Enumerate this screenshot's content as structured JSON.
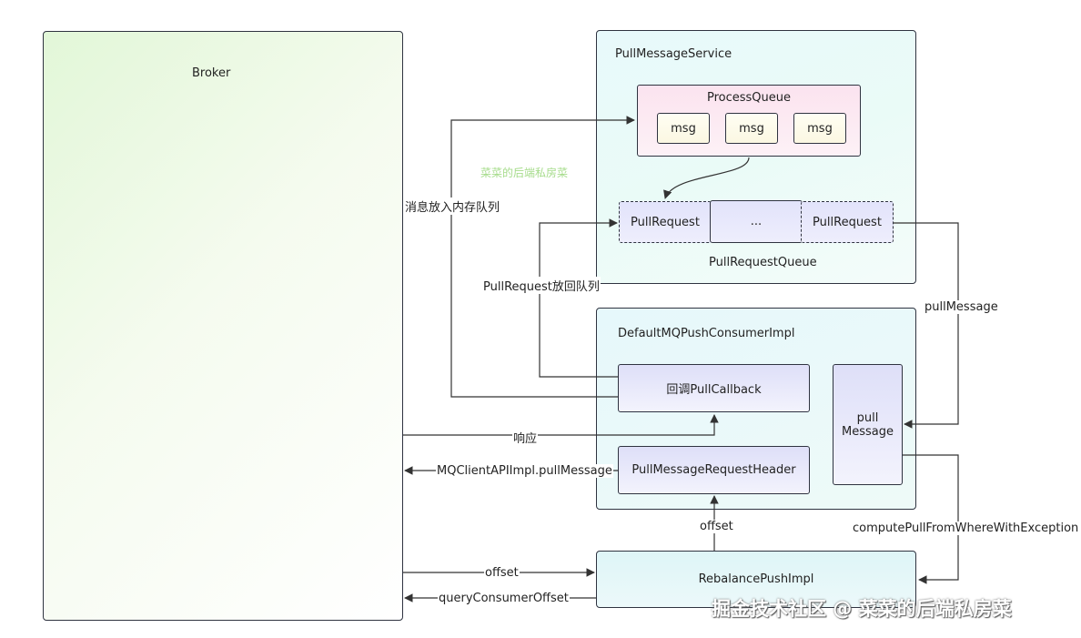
{
  "broker": {
    "title": "Broker"
  },
  "service": {
    "title": "PullMessageService",
    "process_queue": {
      "title": "ProcessQueue",
      "messages": [
        "msg",
        "msg",
        "msg"
      ]
    },
    "pull_request_queue": {
      "title": "PullRequestQueue",
      "items": [
        "PullRequest",
        "...",
        "PullRequest"
      ]
    }
  },
  "consumer": {
    "title": "DefaultMQPushConsumerImpl",
    "callback": "回调PullCallback",
    "request_header": "PullMessageRequestHeader",
    "pull_message_line1": "pull",
    "pull_message_line2": "Message"
  },
  "rebalance": {
    "title": "RebalancePushImpl"
  },
  "edges": {
    "put_in_queue": "消息放入内存队列",
    "put_back": "PullRequest放回队列",
    "pull_message": "pullMessage",
    "response": "响应",
    "api_pull": "MQClientAPIImpl.pullMessage",
    "offset_up": "offset",
    "compute": "computePullFromWhereWithException",
    "offset": "offset",
    "query_offset": "queryConsumerOffset"
  },
  "watermarks": {
    "faint": "菜菜的后端私房菜",
    "footer": "掘金技术社区 @ 菜菜的后端私房菜"
  }
}
